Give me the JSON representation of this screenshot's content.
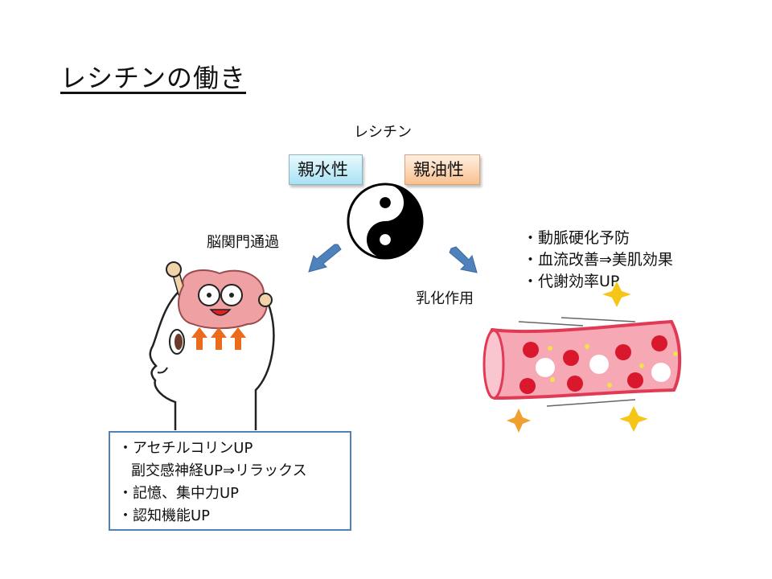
{
  "title": "レシチンの働き",
  "center": {
    "label": "レシチン",
    "icon": "yin-yang-icon",
    "tags": [
      {
        "label": "親水性",
        "color_top": "#e9f9fd",
        "color_bottom": "#a8e2f3"
      },
      {
        "label": "親油性",
        "color_top": "#fff0e2",
        "color_bottom": "#f9c08f"
      }
    ]
  },
  "left_branch": {
    "label": "脳関門通過",
    "arrow_color": "#4f81bd",
    "illustration": "brain-head-icon",
    "box": {
      "border_color": "#4f81bd",
      "lines": [
        "・アセチルコリンUP",
        "副交感神経UP⇒リラックス",
        "・記憶、集中力UP",
        "・認知機能UP"
      ]
    }
  },
  "right_branch": {
    "label": "乳化作用",
    "arrow_color": "#4f81bd",
    "illustration": "blood-vessel-icon",
    "benefits": [
      "・動脈硬化予防",
      "・血流改善⇒美肌効果",
      "・代謝効率UP"
    ]
  }
}
